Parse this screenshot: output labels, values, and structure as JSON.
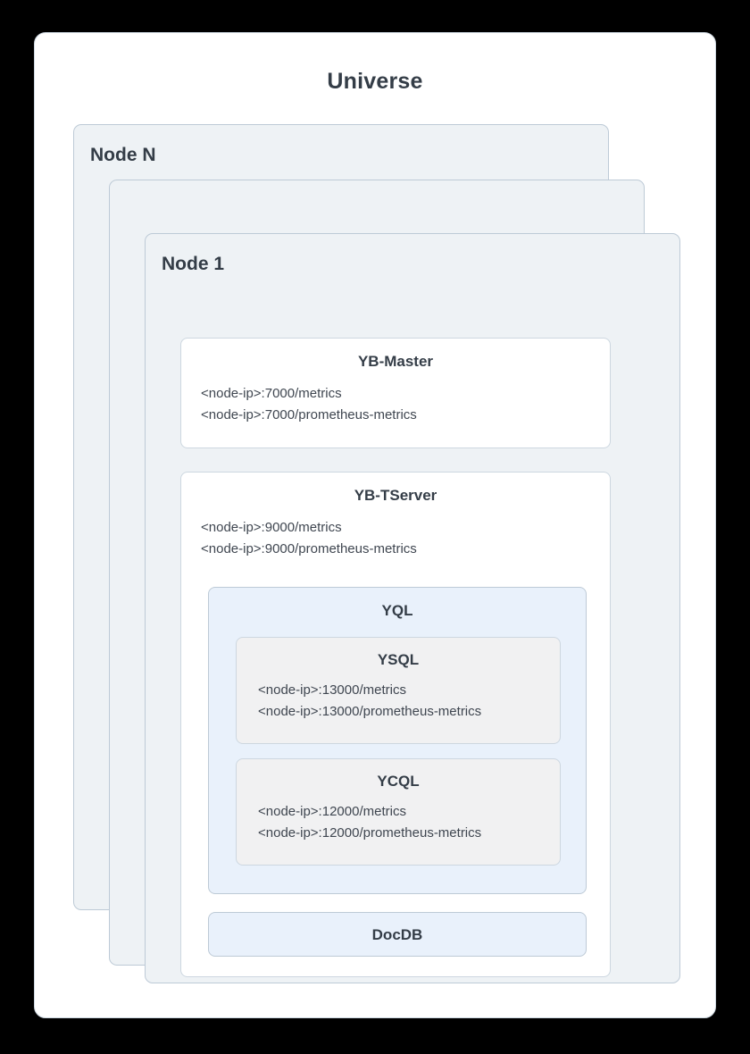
{
  "diagram": {
    "title": "Universe",
    "nodes": [
      {
        "label": "Node N"
      },
      {
        "label": "..."
      },
      {
        "label": "Node 1"
      }
    ],
    "components": {
      "yb_master": {
        "title": "YB-Master",
        "endpoints": "<node-ip>:7000/metrics\n<node-ip>:7000/prometheus-metrics"
      },
      "yb_tserver": {
        "title": "YB-TServer",
        "endpoints": "<node-ip>:9000/metrics\n<node-ip>:9000/prometheus-metrics"
      },
      "yql": {
        "title": "YQL"
      },
      "ysql": {
        "title": "YSQL",
        "endpoints": "<node-ip>:13000/metrics\n<node-ip>:13000/prometheus-metrics"
      },
      "ycql": {
        "title": "YCQL",
        "endpoints": "<node-ip>:12000/metrics\n<node-ip>:12000/prometheus-metrics"
      },
      "docdb": {
        "title": "DocDB"
      }
    },
    "colors": {
      "page_background": "#000000",
      "card_background": "#ffffff",
      "node_fill": "#eef2f5",
      "node_border": "#bdcad6",
      "component_border": "#cdd7e0",
      "yql_fill": "#e9f1fb",
      "inner_fill": "#f1f1f2",
      "title_text": "#343d47",
      "body_text": "#3f4650"
    }
  }
}
